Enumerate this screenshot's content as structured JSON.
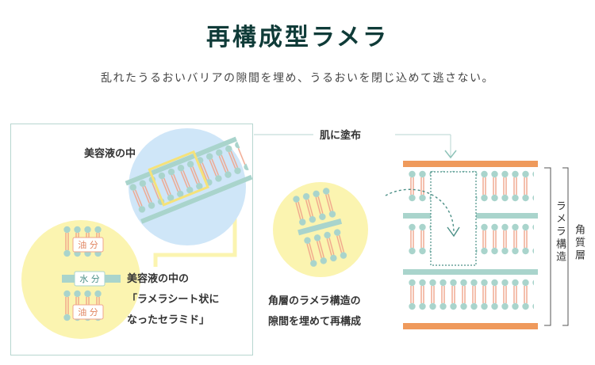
{
  "title": "再構成型ラメラ",
  "subtitle": "乱れたうるおいバリアの隙間を埋め、うるおいを閉じ込めて逃さない。",
  "zoom_label": "美容液の中",
  "chip_oil_top": "油 分",
  "chip_water": "水 分",
  "chip_oil_bottom": "油 分",
  "desc_left": {
    "line1": "美容液の中の",
    "line2": "「ラメラシート状に",
    "line3": "なったセラミド」"
  },
  "apply_label": "肌に塗布",
  "desc_center": {
    "line1": "角層のラメラ構造の",
    "line2": "隙間を埋めて再構成"
  },
  "lamella_structure_label": "ラメラ構造",
  "stratum_corneum_label": "角質層",
  "colors": {
    "title": "#0f3b38",
    "orange": "#ef9a5c",
    "teal": "#a9d4cc",
    "yellow": "#fbf4b0",
    "blue": "#cfe6f8",
    "lipid_tail": "#f0a48a"
  }
}
